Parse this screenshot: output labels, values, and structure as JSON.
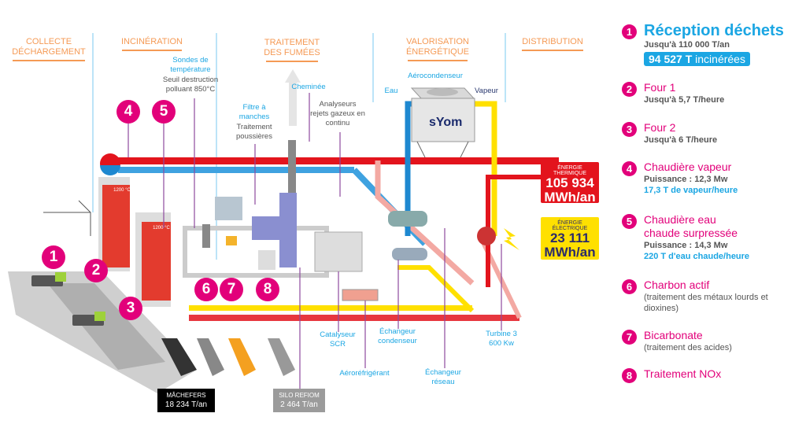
{
  "sections": [
    {
      "line1": "COLLECTE",
      "line2": "DÉCHARGEMENT"
    },
    {
      "line1": "INCINÉRATION",
      "line2": ""
    },
    {
      "line1": "TRAITEMENT",
      "line2": "DES FUMÉES"
    },
    {
      "line1": "VALORISATION",
      "line2": "ÉNERGÉTIQUE"
    },
    {
      "line1": "DISTRIBUTION",
      "line2": ""
    }
  ],
  "labels": {
    "sondes_title": "Sondes de température",
    "sondes_desc": "Seuil destruction polluant 850°C",
    "cheminee": "Cheminée",
    "filtre_title": "Filtre à manches",
    "filtre_desc": "Traitement poussières",
    "analyseurs": "Analyseurs rejets gazeux en continu",
    "eau": "Eau",
    "aerocondenseur": "Aérocondenseur",
    "vapeur": "Vapeur",
    "catalyseur": "Catalyseur SCR",
    "echangeur_condenseur": "Échangeur condenseur",
    "turbine": "Turbine 3 600 Kw",
    "aerorefrigerant": "Aéroréfrigérant",
    "echangeur_reseau": "Échangeur réseau",
    "furnace_temp": "1200 °C",
    "logo": "sYom"
  },
  "energy": {
    "thermique": {
      "label": "ÉNERGIE THERMIQUE",
      "value": "105 934",
      "unit": "MWh/an",
      "color": "#e3141d"
    },
    "electrique": {
      "label": "ÉNERGIE ÉLECTRIQUE",
      "value": "23 111",
      "unit": "MWh/an",
      "color": "#ffe000"
    }
  },
  "outputs": {
    "machefers": {
      "label": "MÂCHEFERS",
      "value": "18 234 T/an"
    },
    "refiom": {
      "label": "SILO REFIOM",
      "value": "2 464 T/an"
    }
  },
  "badges": [
    "1",
    "2",
    "3",
    "4",
    "5",
    "6",
    "7",
    "8"
  ],
  "legend": [
    {
      "num": "1",
      "title": "Réception déchets",
      "sub": "Jusqu'à 110 000 T/an",
      "highlight_value": "94 527 T",
      "highlight_text": "incinérées"
    },
    {
      "num": "2",
      "title": "Four 1",
      "sub": "Jusqu'à 5,7 T/heure"
    },
    {
      "num": "3",
      "title": "Four 2",
      "sub": "Jusqu'à 6 T/heure"
    },
    {
      "num": "4",
      "title": "Chaudière vapeur",
      "sub": "Puissance : 12,3 Mw",
      "sub_blue": "17,3 T de vapeur/heure"
    },
    {
      "num": "5",
      "title": "Chaudière eau chaude surpressée",
      "sub": "Puissance : 14,3 Mw",
      "sub_blue": "220 T d'eau chaude/heure"
    },
    {
      "num": "6",
      "title": "Charbon actif",
      "note": "(traitement des métaux lourds et dioxines)"
    },
    {
      "num": "7",
      "title": "Bicarbonate",
      "note": "(traitement des acides)"
    },
    {
      "num": "8",
      "title": "Traitement NOx"
    }
  ],
  "colors": {
    "accent_pink": "#e2007a",
    "section_orange": "#f59a55",
    "label_blue": "#1ba6e3",
    "pipe_red": "#e3141d",
    "pipe_blue": "#1e88d0",
    "pipe_yellow": "#ffe000"
  }
}
